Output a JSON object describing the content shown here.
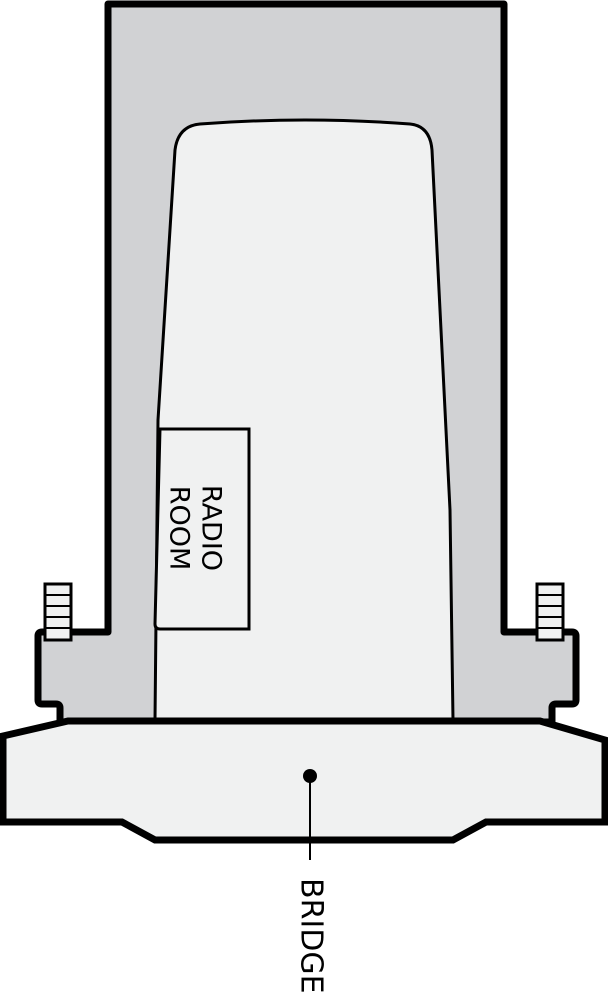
{
  "diagram": {
    "type": "ship deck plan (top view)",
    "labels": {
      "radio_room": "RADIO ROOM",
      "radio_room_line1": "RADIO",
      "radio_room_line2": "ROOM",
      "bridge": "BRIDGE"
    },
    "colors": {
      "outline": "#000000",
      "outer_fill": "#d1d2d4",
      "inner_fill": "#f0f1f1",
      "background": "#ffffff"
    }
  }
}
